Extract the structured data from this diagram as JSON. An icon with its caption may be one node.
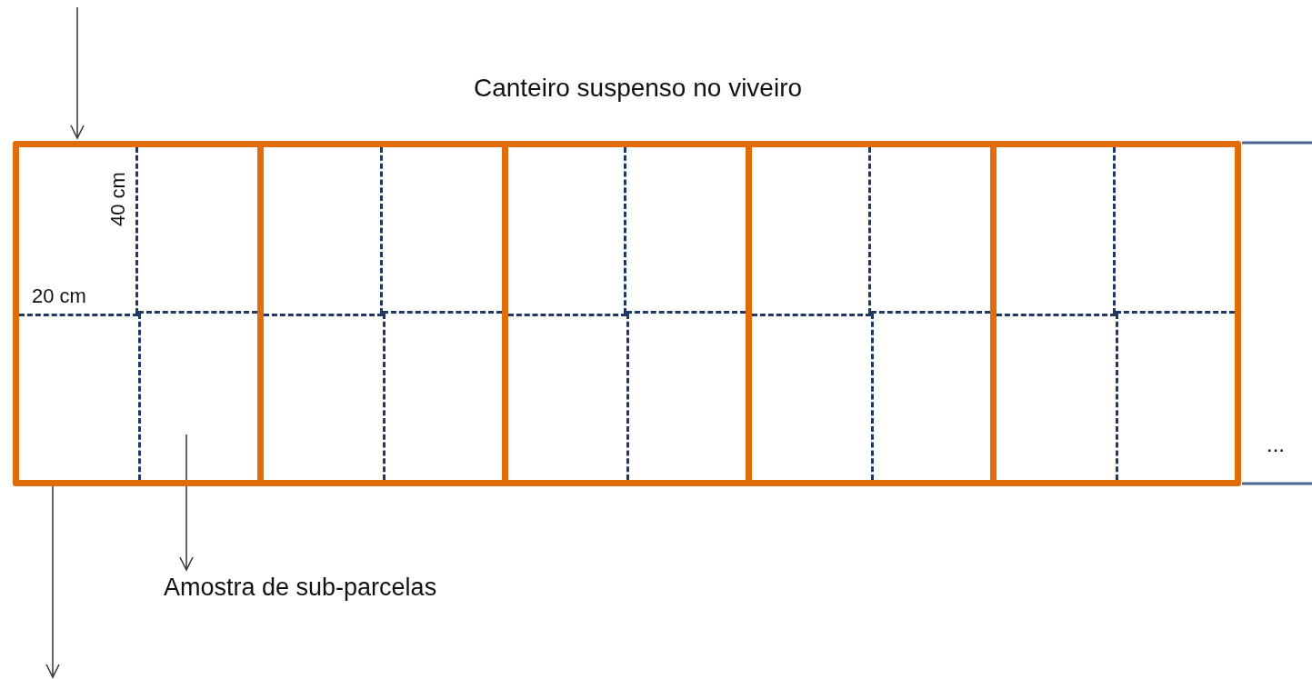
{
  "diagram": {
    "title": "Canteiro suspenso no viveiro",
    "nodes": [
      {
        "text": [],
        "shape": "box"
      },
      {
        "text": [],
        "shape": "box",
        "in": 0
      },
      {
        "text": [],
        "shape": "box",
        "in": 0
      },
      {
        "text": [],
        "shape": "box",
        "in": 0
      },
      {
        "text": [],
        "shape": "box",
        "in": 0
      },
      {
        "text": [],
        "shape": "box",
        "in": 0
      },
      {
        "text": [],
        "shape": "box",
        "in": 1
      },
      {
        "text": [],
        "shape": "box",
        "in": 1
      },
      {
        "text": [],
        "shape": "box",
        "in": 1
      },
      {
        "text": [],
        "shape": "box",
        "in": 1
      },
      {
        "text": [],
        "shape": "box",
        "in": 2
      },
      {
        "text": [],
        "shape": "box",
        "in": 2
      },
      {
        "text": [],
        "shape": "box",
        "in": 2
      },
      {
        "text": [],
        "shape": "box",
        "in": 2
      },
      {
        "text": [],
        "shape": "box",
        "in": 3
      },
      {
        "text": [],
        "shape": "box",
        "in": 3
      },
      {
        "text": [],
        "shape": "box",
        "in": 3
      },
      {
        "text": [],
        "shape": "box",
        "in": 3
      },
      {
        "text": [],
        "shape": "box",
        "in": 4
      },
      {
        "text": [],
        "shape": "box",
        "in": 4
      },
      {
        "text": [],
        "shape": "box",
        "in": 4
      },
      {
        "text": [],
        "shape": "box",
        "in": 4
      },
      {
        "text": [],
        "shape": "box",
        "in": 5
      },
      {
        "text": [],
        "shape": "box",
        "in": 5
      },
      {
        "text": [],
        "shape": "box",
        "in": 5
      },
      {
        "text": [],
        "shape": "box",
        "in": 5
      },
      {
        "text": [
          "Amostra de sub-parcelas"
        ]
      }
    ],
    "edges": [
      {
        "from": null,
        "to": 0,
        "arrow": "to"
      },
      {
        "from": 0,
        "to": null,
        "arrow": "to"
      },
      {
        "from": 9,
        "to": 26,
        "arrow": "to"
      }
    ],
    "labels": [
      "40 cm",
      "20 cm",
      "..."
    ]
  }
}
